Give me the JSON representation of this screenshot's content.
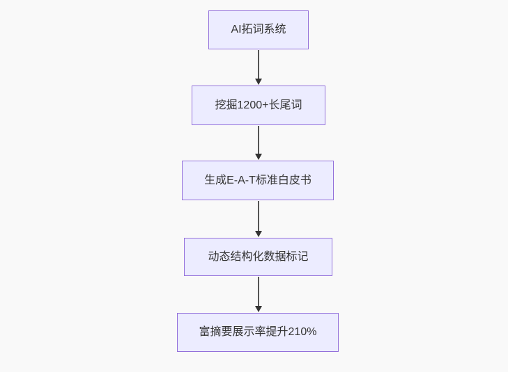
{
  "background": "#f9f9f9",
  "diagram": {
    "type": "flowchart",
    "direction": "top-down",
    "node_fill": "#ECECFF",
    "node_border": "#9370DB",
    "text_color": "#333333",
    "edge_color": "#555555",
    "arrowhead_color": "#333333",
    "nodes": [
      {
        "id": "n1",
        "label": "AI拓词系统"
      },
      {
        "id": "n2",
        "label": "挖掘1200+长尾词"
      },
      {
        "id": "n3",
        "label": "生成E-A-T标准白皮书"
      },
      {
        "id": "n4",
        "label": "动态结构化数据标记"
      },
      {
        "id": "n5",
        "label": "富摘要展示率提升210%"
      }
    ],
    "edges": [
      {
        "from": "n1",
        "to": "n2"
      },
      {
        "from": "n2",
        "to": "n3"
      },
      {
        "from": "n3",
        "to": "n4"
      },
      {
        "from": "n4",
        "to": "n5"
      }
    ]
  }
}
